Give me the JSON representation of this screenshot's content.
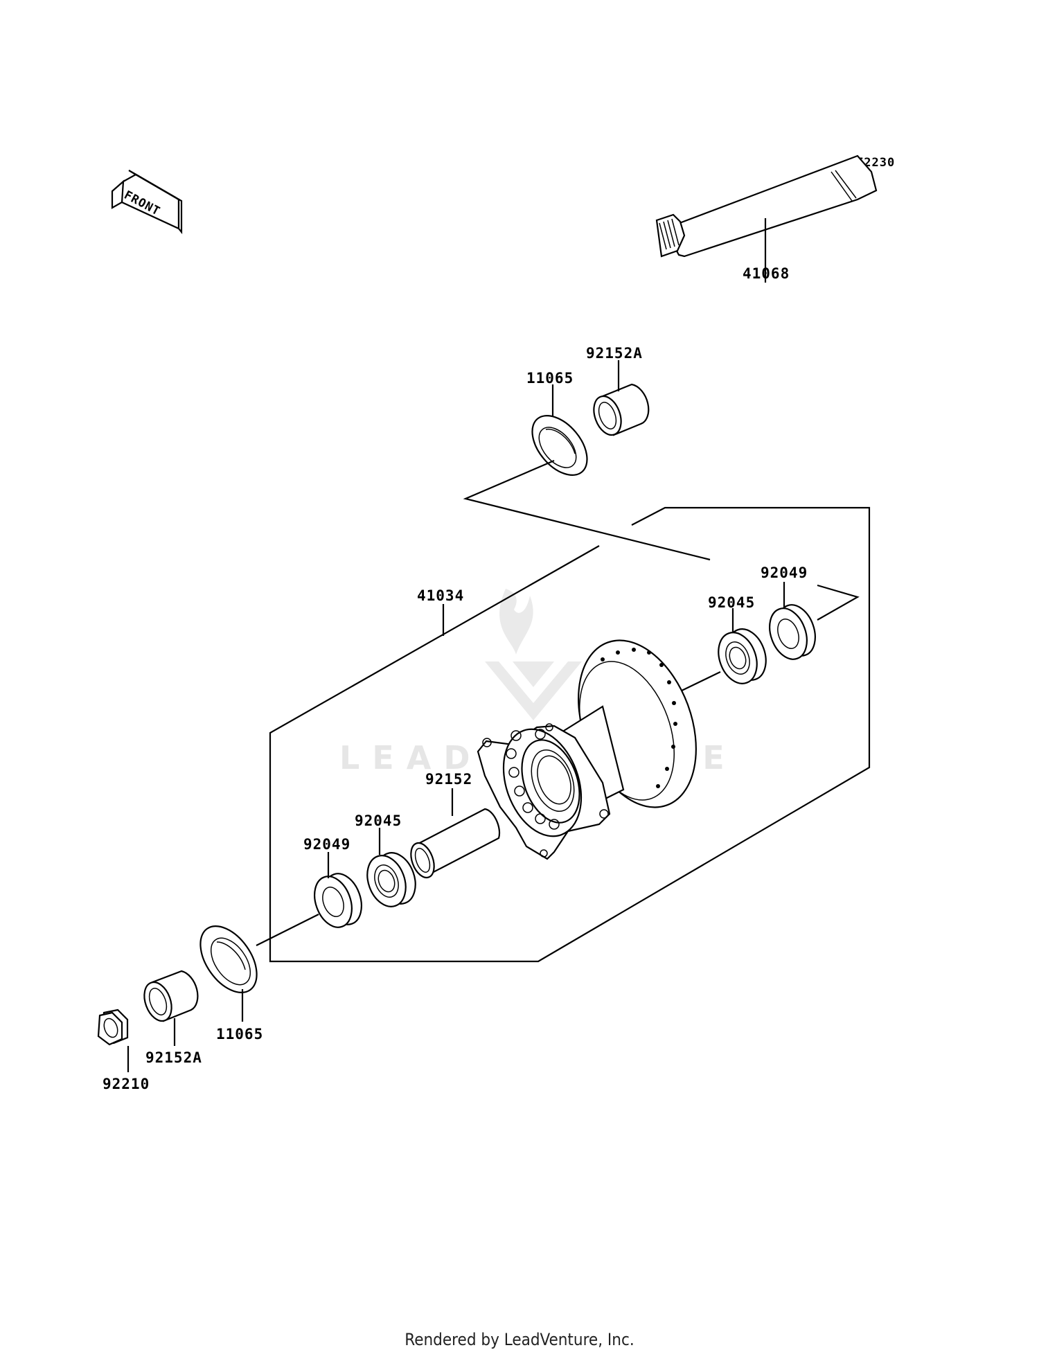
{
  "diagram_code": "F2230",
  "direction_label": "FRONT",
  "watermark_text": "LEADVENTURE",
  "footer": "Rendered by LeadVenture, Inc.",
  "labels": {
    "p41068": "41068",
    "p92152a_top": "92152A",
    "p11065_top": "11065",
    "p41034": "41034",
    "p92049_right": "92049",
    "p92045_right": "92045",
    "p92152": "92152",
    "p92045_left": "92045",
    "p92049_left": "92049",
    "p11065_bottom": "11065",
    "p92152a_bottom": "92152A",
    "p92210": "92210"
  }
}
